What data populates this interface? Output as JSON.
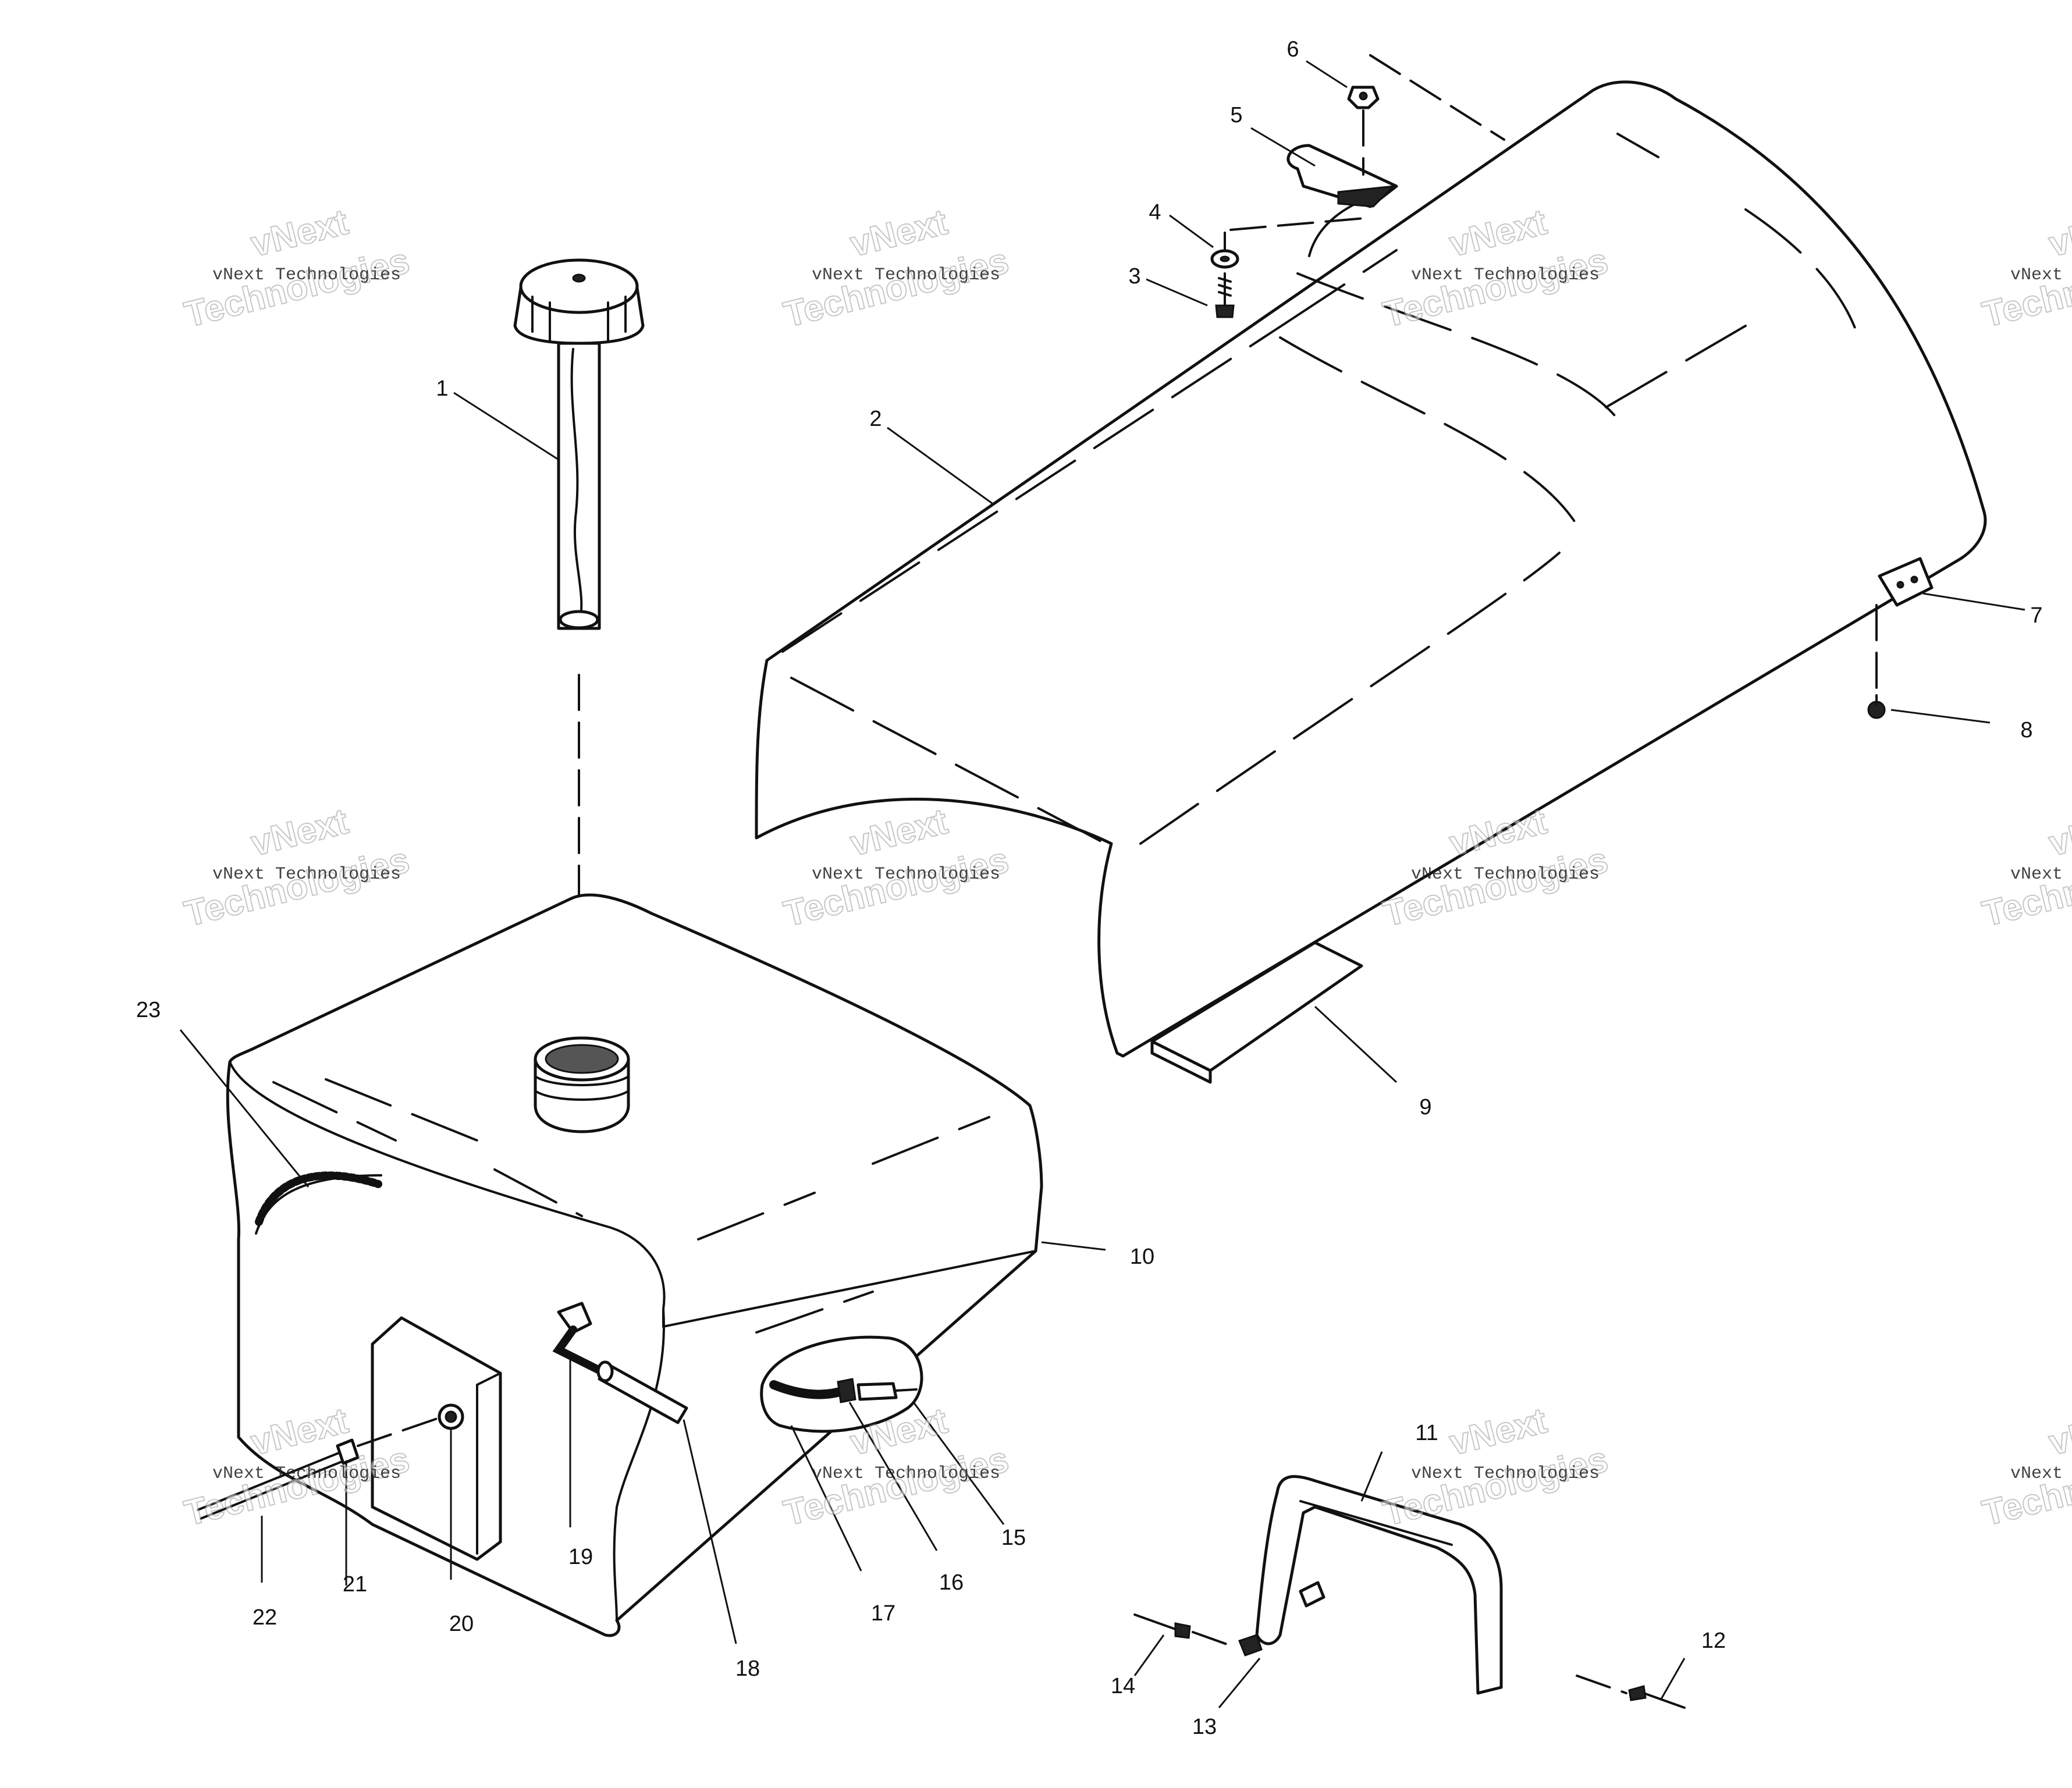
{
  "diagram": {
    "type": "exploded parts diagram",
    "callouts": [
      "1",
      "2",
      "3",
      "4",
      "5",
      "6",
      "7",
      "8",
      "9",
      "10",
      "11",
      "12",
      "13",
      "14",
      "15",
      "16",
      "17",
      "18",
      "19",
      "20",
      "21",
      "22",
      "23"
    ],
    "watermark": {
      "small": "vNext Technologies",
      "large_line1": "vNext",
      "large_line2": "Technologies"
    },
    "colors": {
      "ink": "#111111",
      "paper": "#ffffff",
      "watermark": "#9a9a9a"
    }
  }
}
